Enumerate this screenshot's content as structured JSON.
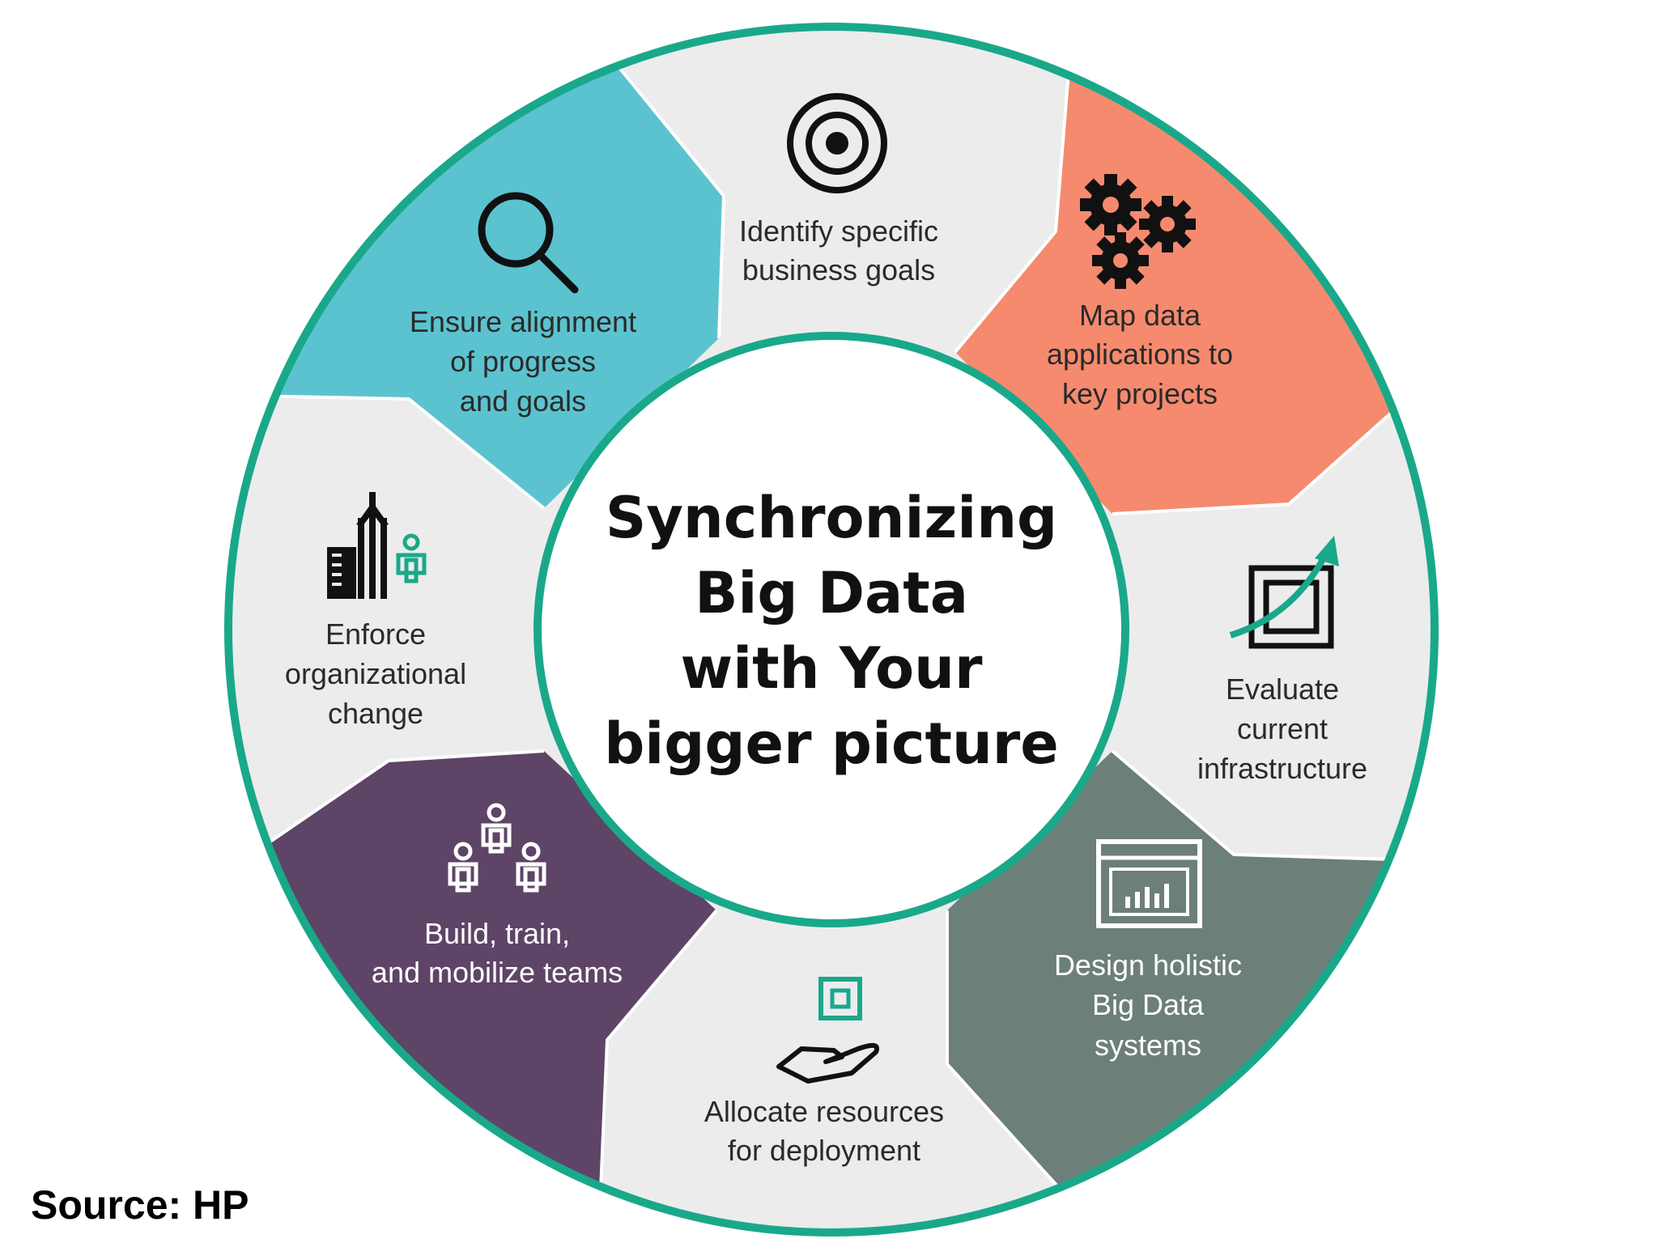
{
  "title_lines": [
    "Synchronizing",
    "Big Data",
    "with Your",
    "bigger picture"
  ],
  "source": "Source: HP",
  "colors": {
    "ring": "#1aa88a",
    "center_fill": "#ffffff",
    "light_gray": "#ececec",
    "teal": "#5bc3cf",
    "coral": "#f58a6e",
    "slate": "#6c7f78",
    "purple": "#5e4466"
  },
  "segments": [
    {
      "id": "goals",
      "label_lines": [
        "Identify specific",
        "business goals"
      ],
      "icon": "target-icon"
    },
    {
      "id": "map",
      "label_lines": [
        "Map data",
        "applications to",
        "key projects"
      ],
      "icon": "gears-icon"
    },
    {
      "id": "evaluate",
      "label_lines": [
        "Evaluate",
        "current",
        "infrastructure"
      ],
      "icon": "growth-chart-icon"
    },
    {
      "id": "design",
      "label_lines": [
        "Design holistic",
        "Big Data",
        "systems"
      ],
      "icon": "dashboard-window-icon"
    },
    {
      "id": "allocate",
      "label_lines": [
        "Allocate resources",
        "for deployment"
      ],
      "icon": "hand-resource-icon"
    },
    {
      "id": "build",
      "label_lines": [
        "Build, train,",
        "and mobilize teams"
      ],
      "icon": "team-icon"
    },
    {
      "id": "enforce",
      "label_lines": [
        "Enforce",
        "organizational",
        "change"
      ],
      "icon": "building-person-icon"
    },
    {
      "id": "ensure",
      "label_lines": [
        "Ensure alignment",
        "of progress",
        "and goals"
      ],
      "icon": "magnifier-icon"
    }
  ]
}
